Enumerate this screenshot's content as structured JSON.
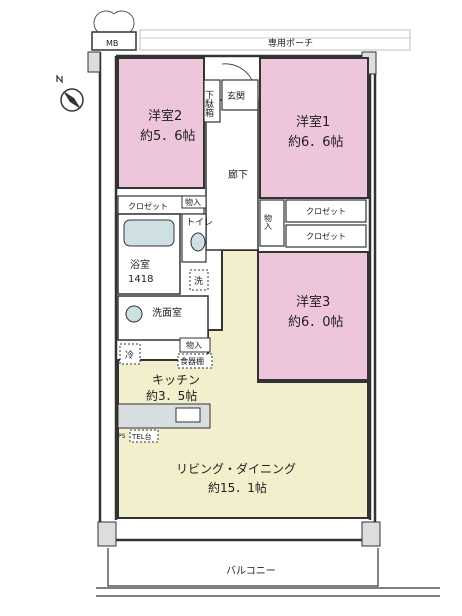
{
  "rooms": {
    "western2": {
      "name": "洋室2",
      "size": "約5．6帖"
    },
    "western1": {
      "name": "洋室1",
      "size": "約6．6帖"
    },
    "western3": {
      "name": "洋室3",
      "size": "約6．0帖"
    },
    "kitchen": {
      "name": "キッチン",
      "size": "約3．5帖"
    },
    "ldk": {
      "name": "リビング・ダイニング",
      "size": "約15．1帖"
    },
    "bath": {
      "name": "浴室",
      "size": "1418"
    },
    "washroom": "洗面室",
    "toilet": "トイレ",
    "hallway": "廊下",
    "entrance": "玄関",
    "shoe_box": "下駄箱"
  },
  "storage": {
    "closet_left": "クロゼット",
    "closet_right_top": "クロゼット",
    "closet_right_bottom": "クロゼット",
    "monoire_left": "物入",
    "monoire_right": "物入",
    "monoire_kitchen": "物入",
    "dish_shelf": "食器棚"
  },
  "fixtures": {
    "mb": "MB",
    "porch": "専用ポーチ",
    "balcony": "バルコニー",
    "wash_machine": "洗",
    "fridge": "冷",
    "tel": "TEL台",
    "ps": "PS"
  },
  "colors": {
    "bedroom_fill": "#eec6db",
    "living_fill": "#f2efcc",
    "wall": "#333333"
  }
}
